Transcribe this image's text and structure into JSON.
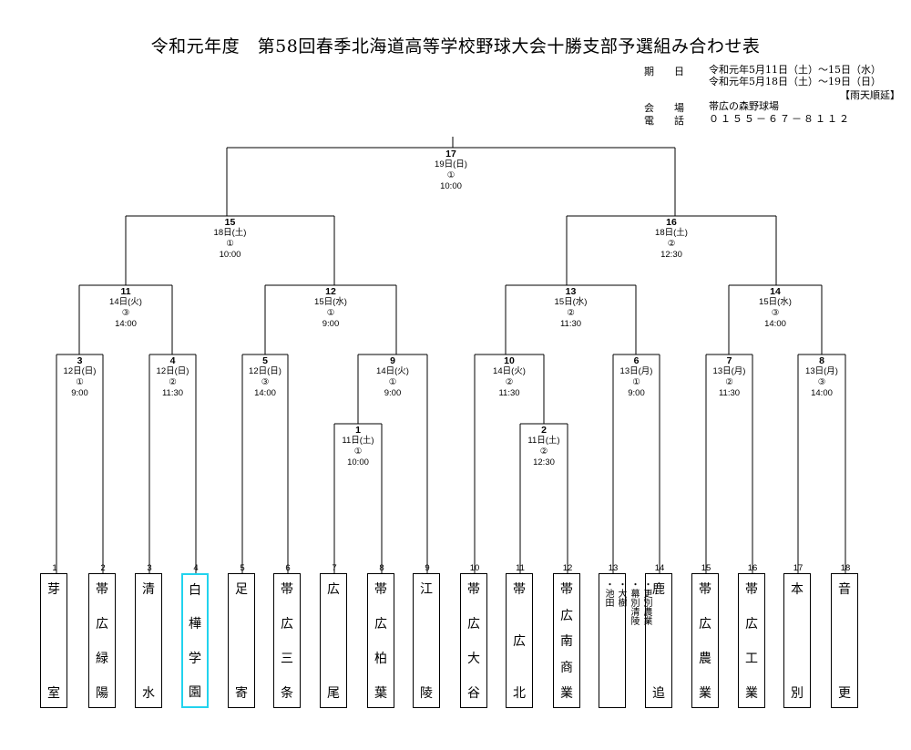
{
  "title": "令和元年度　第58回春季北海道高等学校野球大会十勝支部予選組み合わせ表",
  "info": {
    "date_label": "期　　日",
    "date_line1": "令和元年5月11日（土）～15日（水）",
    "date_line2": "令和元年5月18日（土）～19日（日）",
    "rain": "【雨天順延】",
    "venue_label": "会　　場",
    "venue": "帯広の森野球場",
    "phone_label": "電　　話",
    "phone": "０１５５－６７－８１１２"
  },
  "matches": [
    {
      "id": "m17",
      "no": "17",
      "date": "19日(日)",
      "order": "①",
      "time": "10:00"
    },
    {
      "id": "m15",
      "no": "15",
      "date": "18日(土)",
      "order": "①",
      "time": "10:00"
    },
    {
      "id": "m16",
      "no": "16",
      "date": "18日(土)",
      "order": "②",
      "time": "12:30"
    },
    {
      "id": "m11",
      "no": "11",
      "date": "14日(火)",
      "order": "③",
      "time": "14:00"
    },
    {
      "id": "m12",
      "no": "12",
      "date": "15日(水)",
      "order": "①",
      "time": "9:00"
    },
    {
      "id": "m13",
      "no": "13",
      "date": "15日(水)",
      "order": "②",
      "time": "11:30"
    },
    {
      "id": "m14",
      "no": "14",
      "date": "15日(水)",
      "order": "③",
      "time": "14:00"
    },
    {
      "id": "m3",
      "no": "3",
      "date": "12日(日)",
      "order": "①",
      "time": "9:00"
    },
    {
      "id": "m4",
      "no": "4",
      "date": "12日(日)",
      "order": "②",
      "time": "11:30"
    },
    {
      "id": "m5",
      "no": "5",
      "date": "12日(日)",
      "order": "③",
      "time": "14:00"
    },
    {
      "id": "m9",
      "no": "9",
      "date": "14日(火)",
      "order": "①",
      "time": "9:00"
    },
    {
      "id": "m10",
      "no": "10",
      "date": "14日(火)",
      "order": "②",
      "time": "11:30"
    },
    {
      "id": "m6",
      "no": "6",
      "date": "13日(月)",
      "order": "①",
      "time": "9:00"
    },
    {
      "id": "m7",
      "no": "7",
      "date": "13日(月)",
      "order": "②",
      "time": "11:30"
    },
    {
      "id": "m8",
      "no": "8",
      "date": "13日(月)",
      "order": "③",
      "time": "14:00"
    },
    {
      "id": "m1",
      "no": "1",
      "date": "11日(土)",
      "order": "①",
      "time": "10:00"
    },
    {
      "id": "m2",
      "no": "2",
      "date": "11日(土)",
      "order": "②",
      "time": "12:30"
    }
  ],
  "teams": [
    {
      "seed": "1",
      "name": [
        "芽",
        "室"
      ]
    },
    {
      "seed": "2",
      "name": [
        "帯",
        "広",
        "緑",
        "陽"
      ]
    },
    {
      "seed": "3",
      "name": [
        "清",
        "水"
      ]
    },
    {
      "seed": "4",
      "name": [
        "白",
        "樺",
        "学",
        "園"
      ],
      "highlight": true
    },
    {
      "seed": "5",
      "name": [
        "足",
        "寄"
      ]
    },
    {
      "seed": "6",
      "name": [
        "帯",
        "広",
        "三",
        "条"
      ]
    },
    {
      "seed": "7",
      "name": [
        "広",
        "尾"
      ]
    },
    {
      "seed": "8",
      "name": [
        "帯",
        "広",
        "柏",
        "葉"
      ]
    },
    {
      "seed": "9",
      "name": [
        "江",
        "陵"
      ]
    },
    {
      "seed": "10",
      "name": [
        "帯",
        "広",
        "大",
        "谷"
      ]
    },
    {
      "seed": "11",
      "name": [
        "帯",
        "広",
        "北"
      ]
    },
    {
      "seed": "12",
      "name": [
        "帯",
        "広",
        "南",
        "商",
        "業"
      ]
    },
    {
      "seed": "13",
      "combo": [
        "・池田",
        "・大樹",
        "・幕別清陵",
        "・更別農業"
      ]
    },
    {
      "seed": "14",
      "name": [
        "鹿",
        "追"
      ]
    },
    {
      "seed": "15",
      "name": [
        "帯",
        "広",
        "農",
        "業"
      ]
    },
    {
      "seed": "16",
      "name": [
        "帯",
        "広",
        "工",
        "業"
      ]
    },
    {
      "seed": "17",
      "name": [
        "本",
        "別"
      ]
    },
    {
      "seed": "18",
      "name": [
        "音",
        "更"
      ]
    }
  ],
  "colors": {
    "line": "#000000",
    "highlight": "#22d3ee"
  }
}
